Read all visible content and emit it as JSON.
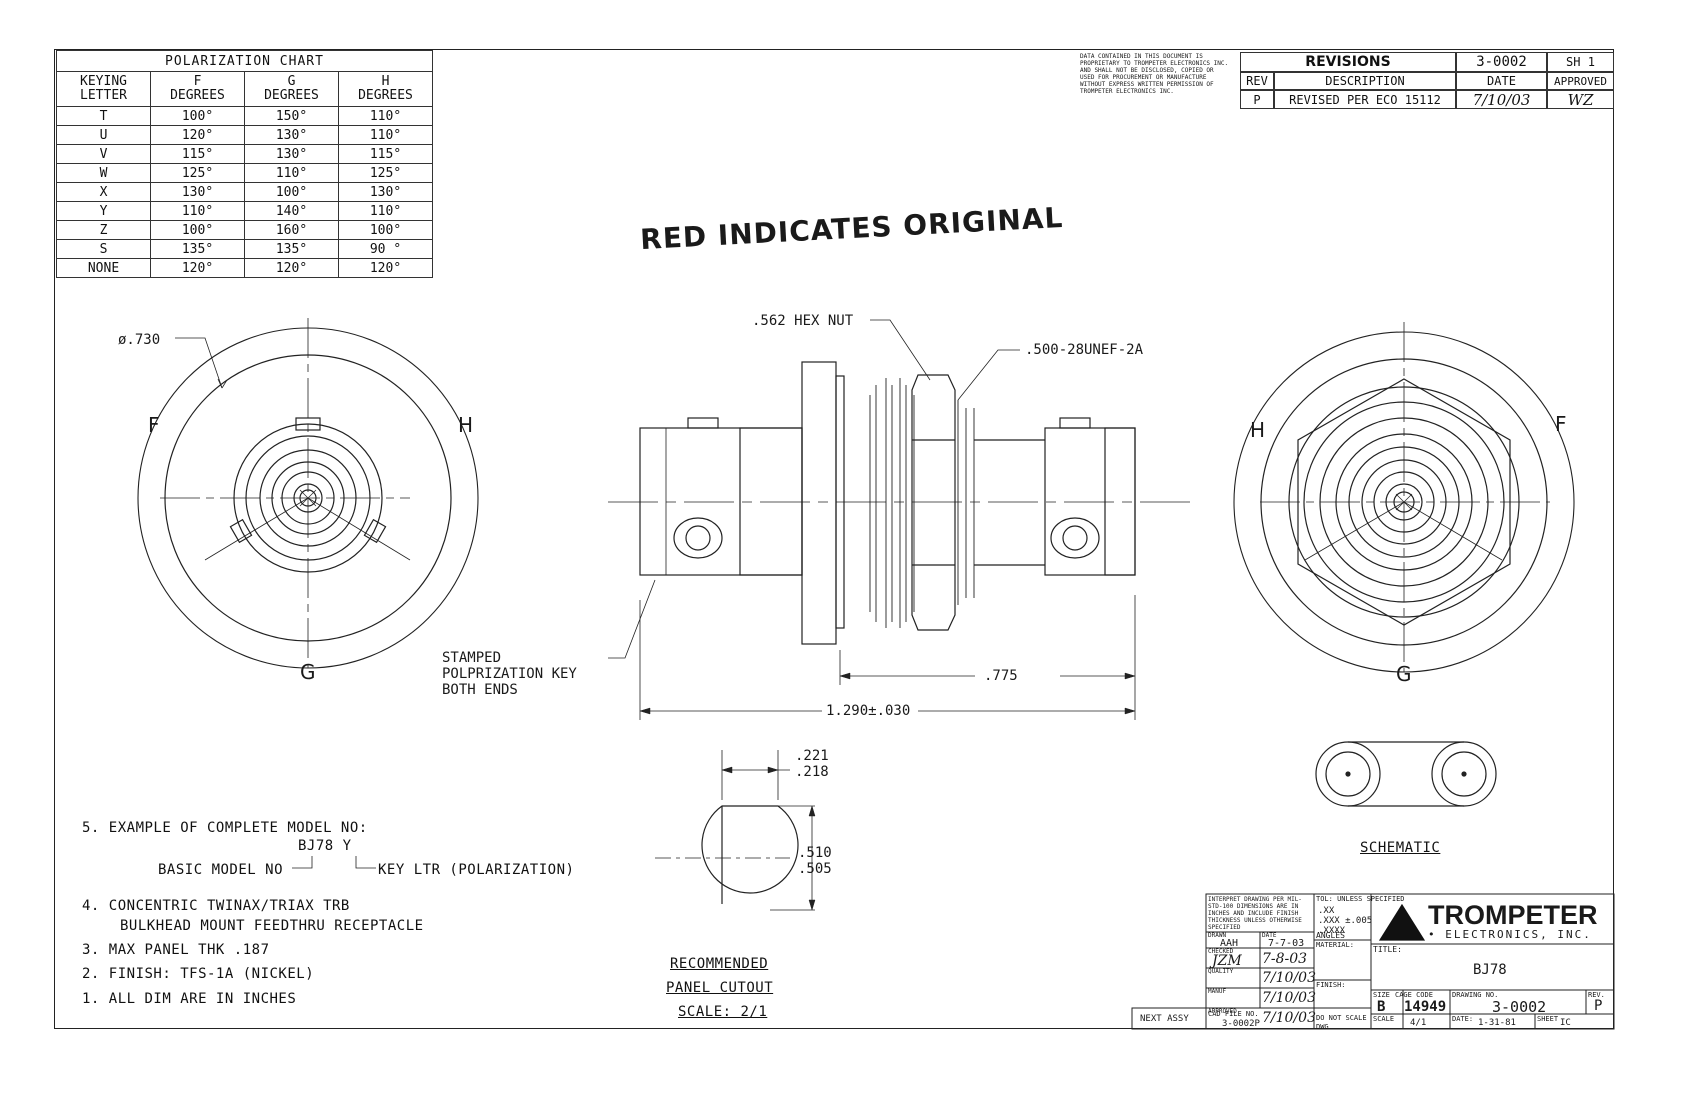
{
  "polarization_chart": {
    "title": "POLARIZATION CHART",
    "headers": [
      "KEYING\nLETTER",
      "F\nDEGREES",
      "G\nDEGREES",
      "H\nDEGREES"
    ],
    "rows": [
      [
        "T",
        "100°",
        "150°",
        "110°"
      ],
      [
        "U",
        "120°",
        "130°",
        "110°"
      ],
      [
        "V",
        "115°",
        "130°",
        "115°"
      ],
      [
        "W",
        "125°",
        "110°",
        "125°"
      ],
      [
        "X",
        "130°",
        "100°",
        "130°"
      ],
      [
        "Y",
        "110°",
        "140°",
        "110°"
      ],
      [
        "Z",
        "100°",
        "160°",
        "100°"
      ],
      [
        "S",
        "135°",
        "135°",
        "90 °"
      ],
      [
        "NONE",
        "120°",
        "120°",
        "120°"
      ]
    ]
  },
  "proprietary_notice": "DATA CONTAINED IN THIS DOCUMENT IS PROPRIETARY TO TROMPETER ELECTRONICS INC. AND SHALL NOT BE DISCLOSED, COPIED OR USED FOR PROCUREMENT OR MANUFACTURE WITHOUT EXPRESS WRITTEN PERMISSION OF TROMPETER ELECTRONICS INC.",
  "revisions": {
    "title": "REVISIONS",
    "doc_number": "3-0002",
    "sheet": "SH 1",
    "col_rev": "REV",
    "col_description": "DESCRIPTION",
    "col_date": "DATE",
    "col_approved": "APPROVED",
    "rev": "P",
    "description": "REVISED PER ECO 15112",
    "date": "7/10/03",
    "approved": "WZ"
  },
  "stamp": "RED INDICATES ORIGINAL",
  "left_view": {
    "diameter": "ø.730",
    "label_f": "F",
    "label_g": "G",
    "label_h": "H"
  },
  "right_view": {
    "label_f": "F",
    "label_g": "G",
    "label_h": "H"
  },
  "side_view": {
    "hex_nut": ".562 HEX NUT",
    "thread": ".500-28UNEF-2A",
    "stamped_1": "STAMPED",
    "stamped_2": "POLPRIZATION KEY",
    "stamped_3": "BOTH ENDS",
    "dim_775": ".775",
    "dim_overall": "1.290±.030"
  },
  "cutout": {
    "dim_221": ".221",
    "dim_218": ".218",
    "dim_510": ".510",
    "dim_505": ".505",
    "label_1": "RECOMMENDED",
    "label_2": "PANEL CUTOUT",
    "label_3": "SCALE: 2/1"
  },
  "schematic_label": "SCHEMATIC",
  "notes": {
    "n5": "5.  EXAMPLE OF COMPLETE MODEL NO:",
    "n5_model": "BJ78 Y",
    "n5_basic": "BASIC MODEL NO",
    "n5_key": "KEY LTR (POLARIZATION)",
    "n4a": "4.  CONCENTRIC TWINAX/TRIAX TRB",
    "n4b": "BULKHEAD MOUNT FEEDTHRU RECEPTACLE",
    "n3": "3.  MAX PANEL THK .187",
    "n2": "2.  FINISH: TFS-1A (NICKEL)",
    "n1": "1.  ALL DIM ARE IN INCHES"
  },
  "title_block": {
    "interpret": "INTERPRET DRAWING PER MIL-STD-100 DIMENSIONS ARE IN INCHES AND INCLUDE FINISH THICKNESS UNLESS OTHERWISE SPECIFIED",
    "tol_title": "TOL: UNLESS SPECIFIED",
    "tol_xx": ".XX",
    "tol_xxx": ".XXX  ±.005",
    "tol_xxxx": ".XXXX",
    "tol_angles": "ANGLES",
    "drawn_label": "DRAWN",
    "drawn": "AAH",
    "date_label": "DATE",
    "drawn_date": "7-7-03",
    "checked_label": "CHECKED",
    "checked": "JZM",
    "checked_date": "7-8-03",
    "quality_label": "QUALITY",
    "quality_date": "7/10/03",
    "mfg_label": "MANUF",
    "mfg_date": "7/10/03",
    "approved_label": "APPROVED",
    "approved_date": "7/10/03",
    "material_label": "MATERIAL:",
    "finish_label": "FINISH:",
    "company": "TROMPETER",
    "company_sub": "• ELECTRONICS, INC.",
    "title_label": "TITLE:",
    "title": "BJ78",
    "size_label": "SIZE",
    "size": "B",
    "cage_label": "CAGE CODE",
    "cage": "14949",
    "dwg_label": "DRAWING NO.",
    "dwg": "3-0002",
    "rev_label": "REV.",
    "rev": "P",
    "scale_label": "SCALE",
    "scale": "4/1",
    "date_label2": "DATE:",
    "date": "1-31-81",
    "sheet_label": "SHEET",
    "sheet": "IC",
    "do_not_scale": "DO NOT SCALE DWG",
    "cad_label": "CAD FILE NO.",
    "cad": "3-0002P",
    "next_assy": "NEXT ASSY"
  }
}
